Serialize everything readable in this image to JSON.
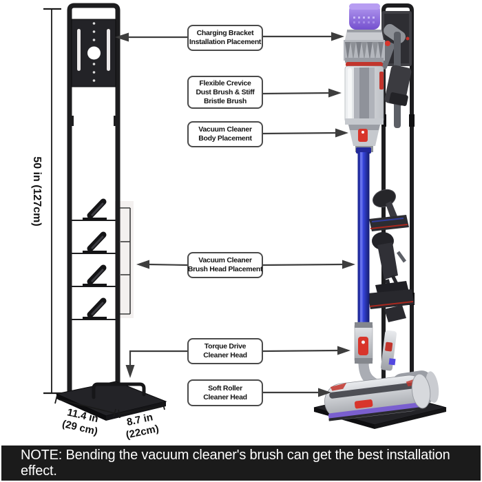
{
  "callouts": [
    {
      "lines": [
        "Charging Bracket",
        "Installation Placement"
      ]
    },
    {
      "lines": [
        "Flexible Crevice",
        "Dust Brush & Stiff",
        "Bristle Brush"
      ]
    },
    {
      "lines": [
        "Vacuum Cleaner",
        "Body Placement"
      ]
    },
    {
      "lines": [
        "Vacuum Cleaner",
        "Brush Head Placement"
      ]
    },
    {
      "lines": [
        "Torque Drive",
        "Cleaner Head"
      ]
    },
    {
      "lines": [
        "Soft Roller",
        "Cleaner Head"
      ]
    }
  ],
  "dimensions": {
    "height": "50 in (127cm)",
    "base_depth": {
      "line1": "11.4 in",
      "line2": "(29 cm)"
    },
    "base_width": {
      "line1": "8.7 in",
      "line2": "(22cm)"
    }
  },
  "note": "NOTE: Bending the vacuum cleaner's brush can get the best installation effect.",
  "colors": {
    "frame_black": "#1d1d1f",
    "wand_blue": "#2b38c8",
    "accent_purple": "#8a68e0",
    "accent_red": "#d8352b",
    "note_bg": "#1b1b1b",
    "note_text": "#ffffff"
  }
}
